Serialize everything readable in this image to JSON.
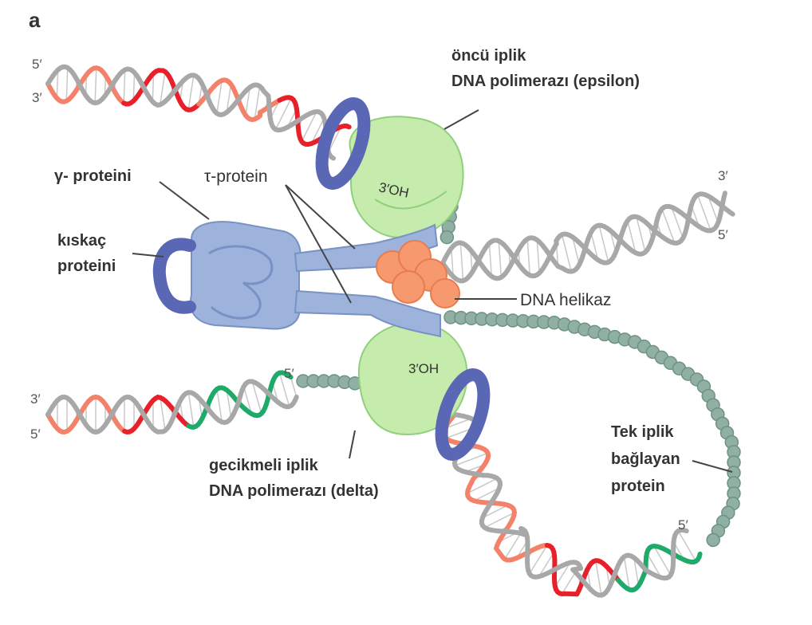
{
  "panel_letter": "a",
  "labels": {
    "leading_pol_line1": "öncü iplik",
    "leading_pol_line2": "DNA polimerazı (epsilon)",
    "gamma": "γ- proteini",
    "tau": "τ-protein",
    "clamp_line1": "kıskaç",
    "clamp_line2": "proteini",
    "helicase": "DNA helikaz",
    "lagging_pol_line1": "gecikmeli iplik",
    "lagging_pol_line2": "DNA polimerazı (delta)",
    "ssb_line1": "Tek iplik",
    "ssb_line2": "bağlayan",
    "ssb_line3": "protein",
    "oh_top": "3′OH",
    "oh_bottom": "3′OH"
  },
  "ends": {
    "tl_5": "5′",
    "tl_3": "3′",
    "tr_3": "3′",
    "tr_5": "5′",
    "bl_3": "3′",
    "bl_5": "5′",
    "lag_5": "5′",
    "loop_5": "5′"
  },
  "colors": {
    "strand_gray": "#a8a8a8",
    "strand_red": "#e8202a",
    "strand_salmon": "#f4826a",
    "strand_green": "#1faa6a",
    "polymerase_green": "#c5ecac",
    "clamp_blue": "#5a67b5",
    "loader_blue": "#9db3dc",
    "helicase_orange": "#f7996f",
    "ssb_teal": "#8fb0a2"
  }
}
